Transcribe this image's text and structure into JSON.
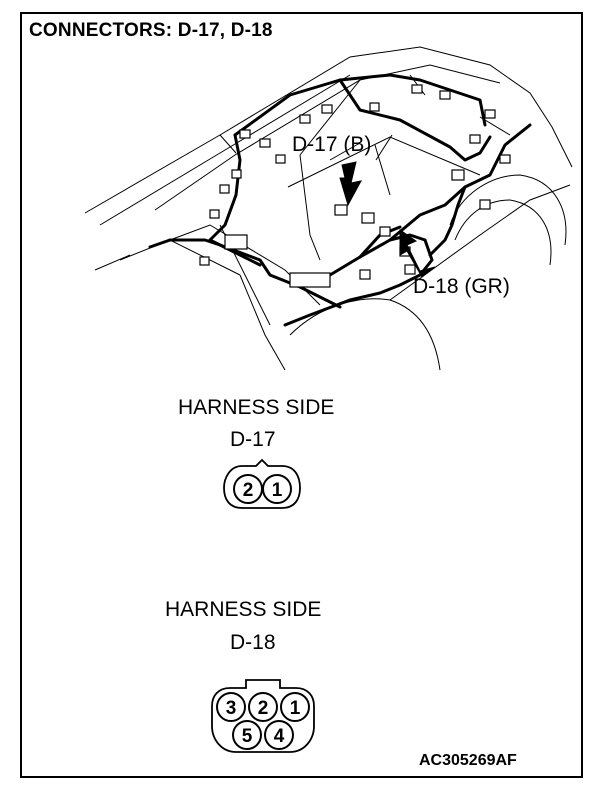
{
  "title": "CONNECTORS: D-17, D-18",
  "callouts": {
    "d17": "D-17 (B)",
    "d18": "D-18 (GR)"
  },
  "connectors": [
    {
      "side_label": "HARNESS SIDE",
      "name": "D-17",
      "pins_top": [
        "2",
        "1"
      ]
    },
    {
      "side_label": "HARNESS SIDE",
      "name": "D-18",
      "pins_top": [
        "3",
        "2",
        "1"
      ],
      "pins_bottom": [
        "5",
        "4"
      ]
    }
  ],
  "figure_code": "AC305269AF"
}
